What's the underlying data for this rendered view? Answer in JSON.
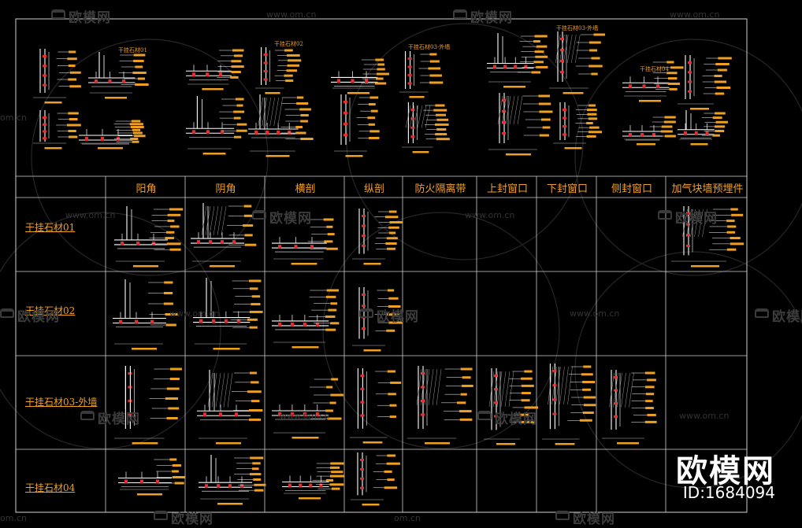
{
  "colors": {
    "background": "#000000",
    "grid_line": "#cfcfcf",
    "header_text": "#f0a020",
    "drawing_line": "#ffffff",
    "annotation": "#f0a020",
    "accent_red": "#e03030",
    "watermark": "#3a3a3a"
  },
  "columns": [
    "阳角",
    "阴角",
    "横剖",
    "纵剖",
    "防火隔离带",
    "上封窗口",
    "下封窗口",
    "侧封窗口",
    "加气块墙预埋件"
  ],
  "rows": [
    "干挂石材01",
    "干挂石材02",
    "干挂石材03-外墙",
    "干挂石材04"
  ],
  "top_detail_titles": [
    "干挂石材01",
    "干挂石材02",
    "干挂石材03-外墙",
    "干挂石材03-外墙",
    "干挂石材04"
  ],
  "watermark": {
    "brand_cn": "欧模网",
    "url": "www.om.cn",
    "url_short": "om.cn"
  },
  "brand": {
    "name": "欧模网",
    "id_text": "ID:1684094"
  }
}
